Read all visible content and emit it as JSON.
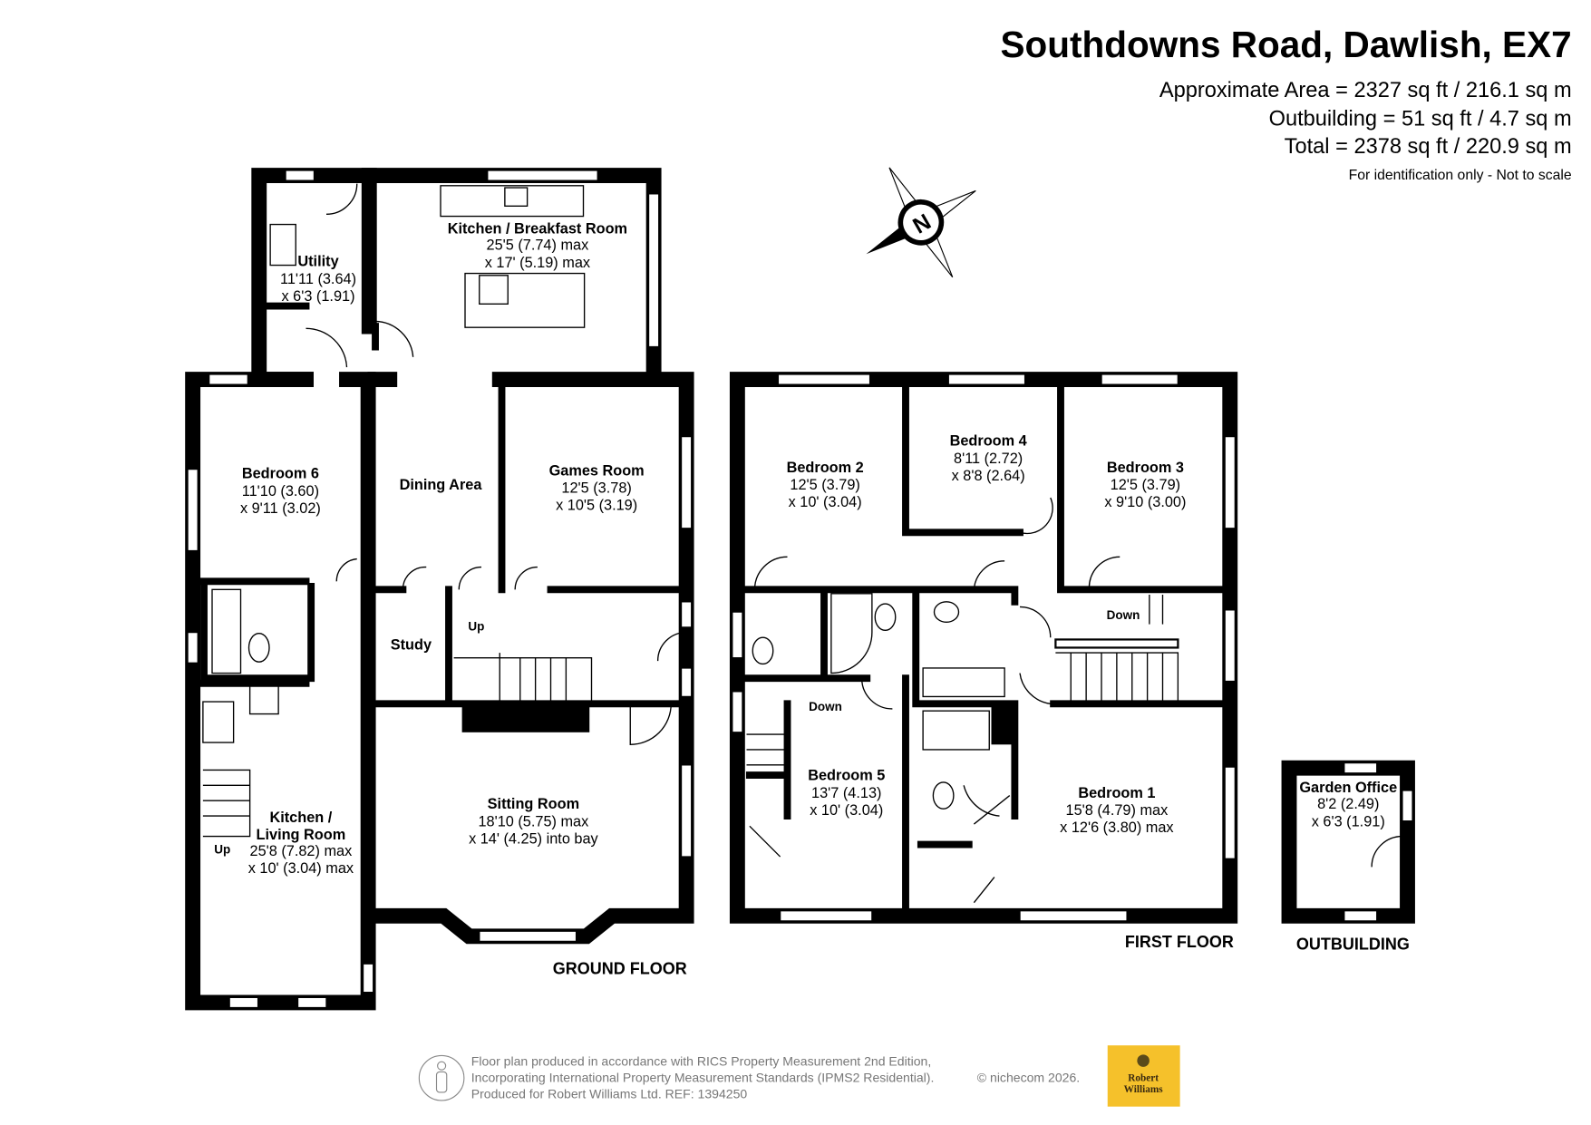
{
  "header": {
    "title": "Southdowns Road, Dawlish, EX7",
    "area_lines": [
      "Approximate Area = 2327 sq ft / 216.1 sq m",
      "Outbuilding = 51 sq ft / 4.7 sq m",
      "Total = 2378 sq ft / 220.9 sq m"
    ],
    "note": "For identification only - Not to scale"
  },
  "compass": {
    "label": "N"
  },
  "ground_floor": {
    "label": "GROUND FLOOR",
    "rooms": {
      "utility": {
        "name": "Utility",
        "dims": [
          "11'11 (3.64)",
          "x 6'3 (1.91)"
        ]
      },
      "kitchen_breakfast": {
        "name": "Kitchen / Breakfast Room",
        "dims": [
          "25'5 (7.74) max",
          "x 17' (5.19) max"
        ]
      },
      "bedroom6": {
        "name": "Bedroom 6",
        "dims": [
          "11'10 (3.60)",
          "x 9'11 (3.02)"
        ]
      },
      "dining": {
        "name": "Dining Area"
      },
      "games": {
        "name": "Games Room",
        "dims": [
          "12'5 (3.78)",
          "x 10'5 (3.19)"
        ]
      },
      "study": {
        "name": "Study"
      },
      "sitting": {
        "name": "Sitting Room",
        "dims": [
          "18'10 (5.75) max",
          "x 14' (4.25) into bay"
        ]
      },
      "kitchen_living": {
        "name": [
          "Kitchen  /",
          "Living Room"
        ],
        "dims": [
          "25'8 (7.82) max",
          "x 10' (3.04) max"
        ]
      }
    },
    "stairs": [
      "Up",
      "Up"
    ]
  },
  "first_floor": {
    "label": "FIRST FLOOR",
    "rooms": {
      "bedroom2": {
        "name": "Bedroom 2",
        "dims": [
          "12'5 (3.79)",
          "x 10' (3.04)"
        ]
      },
      "bedroom4": {
        "name": "Bedroom 4",
        "dims": [
          "8'11 (2.72)",
          "x 8'8 (2.64)"
        ]
      },
      "bedroom3": {
        "name": "Bedroom 3",
        "dims": [
          "12'5 (3.79)",
          "x 9'10 (3.00)"
        ]
      },
      "bedroom5": {
        "name": "Bedroom 5",
        "dims": [
          "13'7 (4.13)",
          "x 10' (3.04)"
        ]
      },
      "bedroom1": {
        "name": "Bedroom 1",
        "dims": [
          "15'8 (4.79) max",
          "x 12'6 (3.80) max"
        ]
      }
    },
    "stairs": [
      "Down",
      "Down"
    ]
  },
  "outbuilding": {
    "label": "OUTBUILDING",
    "room": {
      "name": "Garden Office",
      "dims": [
        "8'2 (2.49)",
        "x 6'3 (1.91)"
      ]
    }
  },
  "footer": {
    "lines": [
      "Floor plan produced in accordance with RICS Property Measurement 2nd Edition,",
      "Incorporating International Property Measurement Standards (IPMS2 Residential).",
      "Produced for Robert Williams Ltd.   REF:  1394250"
    ],
    "copyright": "© nichecom 2026.",
    "logo_text": [
      "Robert",
      "Williams"
    ],
    "logo_color": "#f5c12b"
  }
}
